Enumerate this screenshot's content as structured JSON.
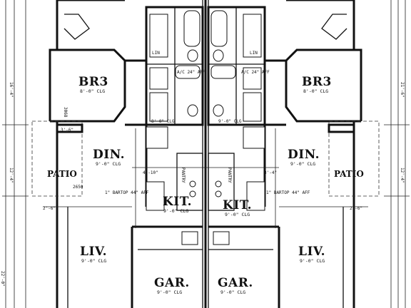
{
  "rooms": {
    "br3_left": {
      "name": "BR3",
      "ceiling": "8'-0\" CLG"
    },
    "br3_right": {
      "name": "BR3",
      "ceiling": "8'-0\" CLG"
    },
    "din_left": {
      "name": "DIN.",
      "ceiling": "9'-0\" CLG"
    },
    "din_right": {
      "name": "DIN.",
      "ceiling": "9'-0\" CLG"
    },
    "patio_left": {
      "name": "PATIO",
      "ceiling": ""
    },
    "patio_right": {
      "name": "PATIO",
      "ceiling": ""
    },
    "kit_left": {
      "name": "KIT.",
      "ceiling": "9'-0\" CLG"
    },
    "kit_right": {
      "name": "KIT.",
      "ceiling": "9'-0\" CLG"
    },
    "liv_left": {
      "name": "LIV.",
      "ceiling": "9'-0\" CLG"
    },
    "liv_right": {
      "name": "LIV.",
      "ceiling": "9'-0\" CLG"
    },
    "gar_left": {
      "name": "GAR.",
      "ceiling": "9'-0\" CLG"
    },
    "gar_right": {
      "name": "GAR.",
      "ceiling": "9'-0\" CLG"
    }
  },
  "notes": {
    "ac_left": "A/C 24\" AFF",
    "ac_right": "A/C 24\" AFF",
    "ln_left": "LIN",
    "ln_right": "LIN",
    "pantry_left": "PANTRY",
    "pantry_right": "PANTRY",
    "barstool_left": "1\" BARTOP 44\" AFF",
    "barstool_right": "1\" BARTOP 44\" AFF",
    "clg_8": "8'-0\" CLG",
    "clg_9": "9'-0\" CLG"
  },
  "dimensions": {
    "d1": "3'-6\"",
    "d2": "2'-6\"",
    "d3": "4'-10\"",
    "d4": "3'-4\"",
    "d5": "12'-4\"",
    "d6": "16'-4\"",
    "d7": "22'-0\"",
    "d8": "2'-6\"",
    "d9": "3068",
    "d10": "2650",
    "d11": "12'-4\"",
    "d12": "21'-6\""
  }
}
